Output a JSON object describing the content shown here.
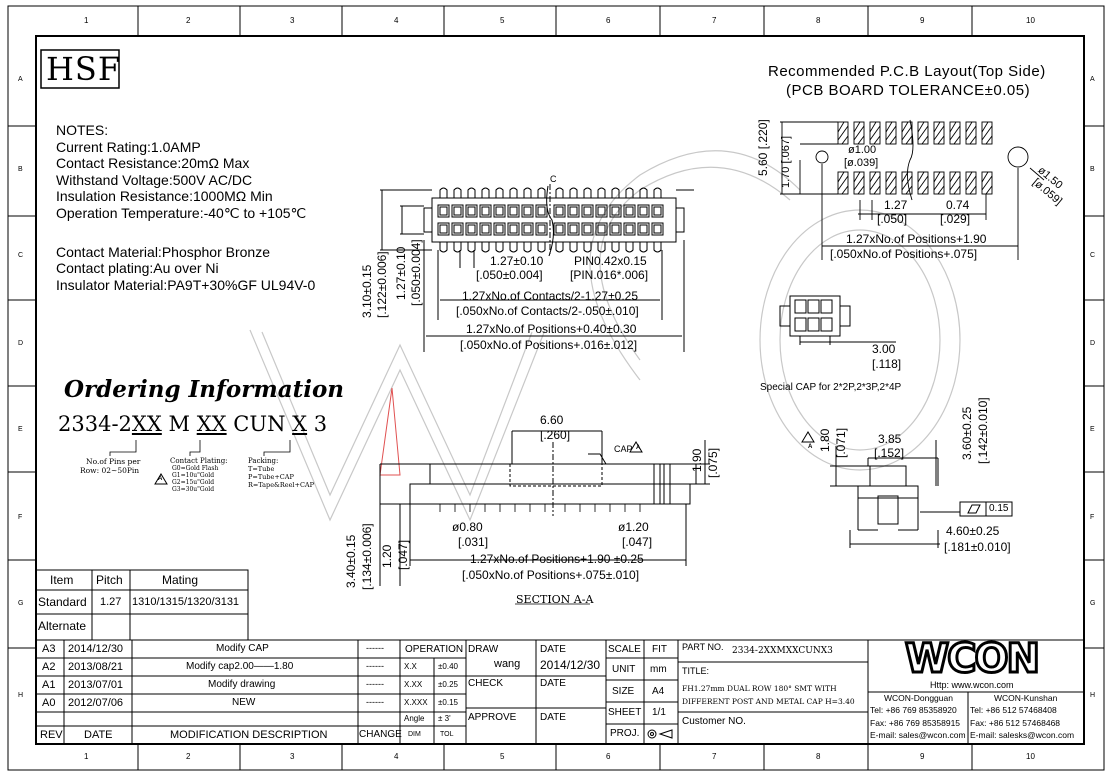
{
  "border": {
    "col_numbers": [
      "1",
      "2",
      "3",
      "4",
      "5",
      "6",
      "7",
      "8",
      "9",
      "10"
    ],
    "row_letters": [
      "A",
      "B",
      "C",
      "D",
      "E",
      "F",
      "G",
      "H"
    ]
  },
  "logo_text": "HSF",
  "pcb": {
    "title_line1": "Recommended P.C.B Layout(Top Side)",
    "title_line2": "(PCB BOARD TOLERANCE±0.05)",
    "d560": "5.60",
    "d560_in": "[.220]",
    "d170": "1.70",
    "d170_in": "[.067]",
    "d100": "ø1.00",
    "d100_in": "[ø.039]",
    "d150": "ø1.50",
    "d150_in": "[ø.059]",
    "d127": "1.27",
    "d127_in": "[.050]",
    "d074": "0.74",
    "d074_in": "[.029]",
    "len": "1.27xNo.of Positions+1.90",
    "len_in": "[.050xNo.of Positions+.075]"
  },
  "notes": {
    "title": "NOTES:",
    "lines": [
      "Current Rating:1.0AMP",
      "Contact Resistance:20mΩ Max",
      "Withstand Voltage:500V AC/DC",
      "Insulation Resistance:1000MΩ Min",
      "Operation Temperature:-40℃ to +105℃"
    ],
    "materials": [
      "Contact Material:Phosphor Bronze",
      "Contact plating:Au over Ni",
      "Insulator Material:PA9T+30%GF UL94V-0"
    ]
  },
  "top_view": {
    "c_mark": "C",
    "pitch": "1.27±0.10",
    "pitch_in": "[.050±0.004]",
    "pin": "PIN0.42x0.15",
    "pin_in": "[PIN.016*.006]",
    "contacts": "1.27xNo.of Contacts/2-1.27±0.25",
    "contacts_in": "[.050xNo.of Contacts/2-.050±.010]",
    "positions": "1.27xNo.of Positions+0.40±0.30",
    "positions_in": "[.050xNo.of Positions+.016±.012]",
    "h310": "3.10±0.15",
    "h310_in": "[.122±0.006]",
    "h127": "1.27±0.10",
    "h127_in": "[.050±0.004]"
  },
  "special_cap": {
    "w300": "3.00",
    "w300_in": "[.118]",
    "label": "Special CAP for 2*2P,2*3P,2*4P"
  },
  "ordering": {
    "title": "Ordering Information",
    "pn_prefix": "2334-2",
    "pn_xx1": "XX",
    "pn_m": "M",
    "pn_xx2": "XX",
    "pn_cun": "CUN",
    "pn_x": "X",
    "pn_3": "3",
    "rows_label1": "No.of Pins per",
    "rows_label2": "Row: 02~50Pin",
    "plating_title": "Contact Plating:",
    "plating_opts": [
      "G0=Gold Flash",
      "G1=10u\"Gold",
      "G2=15u\"Gold",
      "G3=30u\"Gold"
    ],
    "packing_title": "Packing:",
    "packing_opts": [
      "T=Tube",
      "P=Tube+CAP",
      "R=Tape&Reel+CAP"
    ],
    "rev_mark": "A"
  },
  "section": {
    "w660": "6.60",
    "w660_in": "[.260]",
    "cap": "CAP",
    "h190": "1.90",
    "h190_in": "[.075]",
    "d080": "ø0.80",
    "d080_in": "[.031]",
    "d120": "ø1.20",
    "d120_in": "[.047]",
    "len": "1.27xNo.of Positions+1.90 ±0.25",
    "len_in": "[.050xNo.of Positions+.075±.010]",
    "h340": "3.40±0.15",
    "h340_in": "[.134±0.006]",
    "h120": "1.20",
    "h120_in": "[.047]",
    "title": "SECTION A-A"
  },
  "cap_detail": {
    "h180": "1.80",
    "h180_in": "[.071]",
    "h360": "3.60±0.25",
    "h360_in": "[.142±0.010]",
    "w385": "3.85",
    "w385_in": "[.152]",
    "flat": "0.15",
    "w460": "4.60±0.25",
    "w460_in": "[.181±0.010]"
  },
  "item_table": {
    "headers": [
      "Item",
      "Pitch",
      "Mating"
    ],
    "rows": [
      [
        "Standard",
        "1.27",
        "1310/1315/1320/3131"
      ],
      [
        "Alternate",
        "",
        ""
      ]
    ]
  },
  "revisions": [
    {
      "rev": "A3",
      "date": "2014/12/30",
      "desc": "Modify CAP",
      "change": "------"
    },
    {
      "rev": "A2",
      "date": "2013/08/21",
      "desc": "Modify cap2.00——1.80",
      "change": "------"
    },
    {
      "rev": "A1",
      "date": "2013/07/01",
      "desc": "Modify drawing",
      "change": "------"
    },
    {
      "rev": "A0",
      "date": "2012/07/06",
      "desc": "NEW",
      "change": "------"
    }
  ],
  "rev_headers": {
    "rev": "REV",
    "date": "DATE",
    "desc": "MODIFICATION DESCRIPTION",
    "change": "CHANGE"
  },
  "title_block": {
    "operation": "OPERATION",
    "tols": [
      [
        "X.X",
        "±0.40"
      ],
      [
        "X.XX",
        "±0.25"
      ],
      [
        "X.XXX",
        "±0.15"
      ],
      [
        "Angle",
        "± 3'"
      ]
    ],
    "dim": "DIM",
    "tol": "TOL",
    "draw": "DRAW",
    "draw_name": "wang",
    "date_label": "DATE",
    "draw_date": "2014/12/30",
    "check": "CHECK",
    "approve": "APPROVE",
    "scale": "SCALE",
    "scale_val": "FIT",
    "unit": "UNIT",
    "unit_val": "mm",
    "size": "SIZE",
    "size_val": "A4",
    "sheet": "SHEET",
    "sheet_val": "1/1",
    "proj": "PROJ.",
    "part_no_label": "PART NO.",
    "part_no": "2334-2XXMXXCUNX3",
    "title_label": "TITLE:",
    "title_line1": "FH1.27mm DUAL ROW 180° SMT WITH",
    "title_line2": "DIFFERENT POST AND METAL CAP H=3.40",
    "customer": "Customer NO."
  },
  "company": {
    "brand": "WCON",
    "http": "Http: www.wcon.com",
    "dg_name": "WCON-Dongguan",
    "dg_tel": "Tel: +86 769 85358920",
    "dg_fax": "Fax: +86 769 85358915",
    "dg_mail": "E-mail: sales@wcon.com",
    "ks_name": "WCON-Kunshan",
    "ks_tel": "Tel: +86 512 57468408",
    "ks_fax": "Fax: +86 512 57468468",
    "ks_mail": "E-mail: salesks@wcon.com"
  },
  "watermark": "WCON"
}
